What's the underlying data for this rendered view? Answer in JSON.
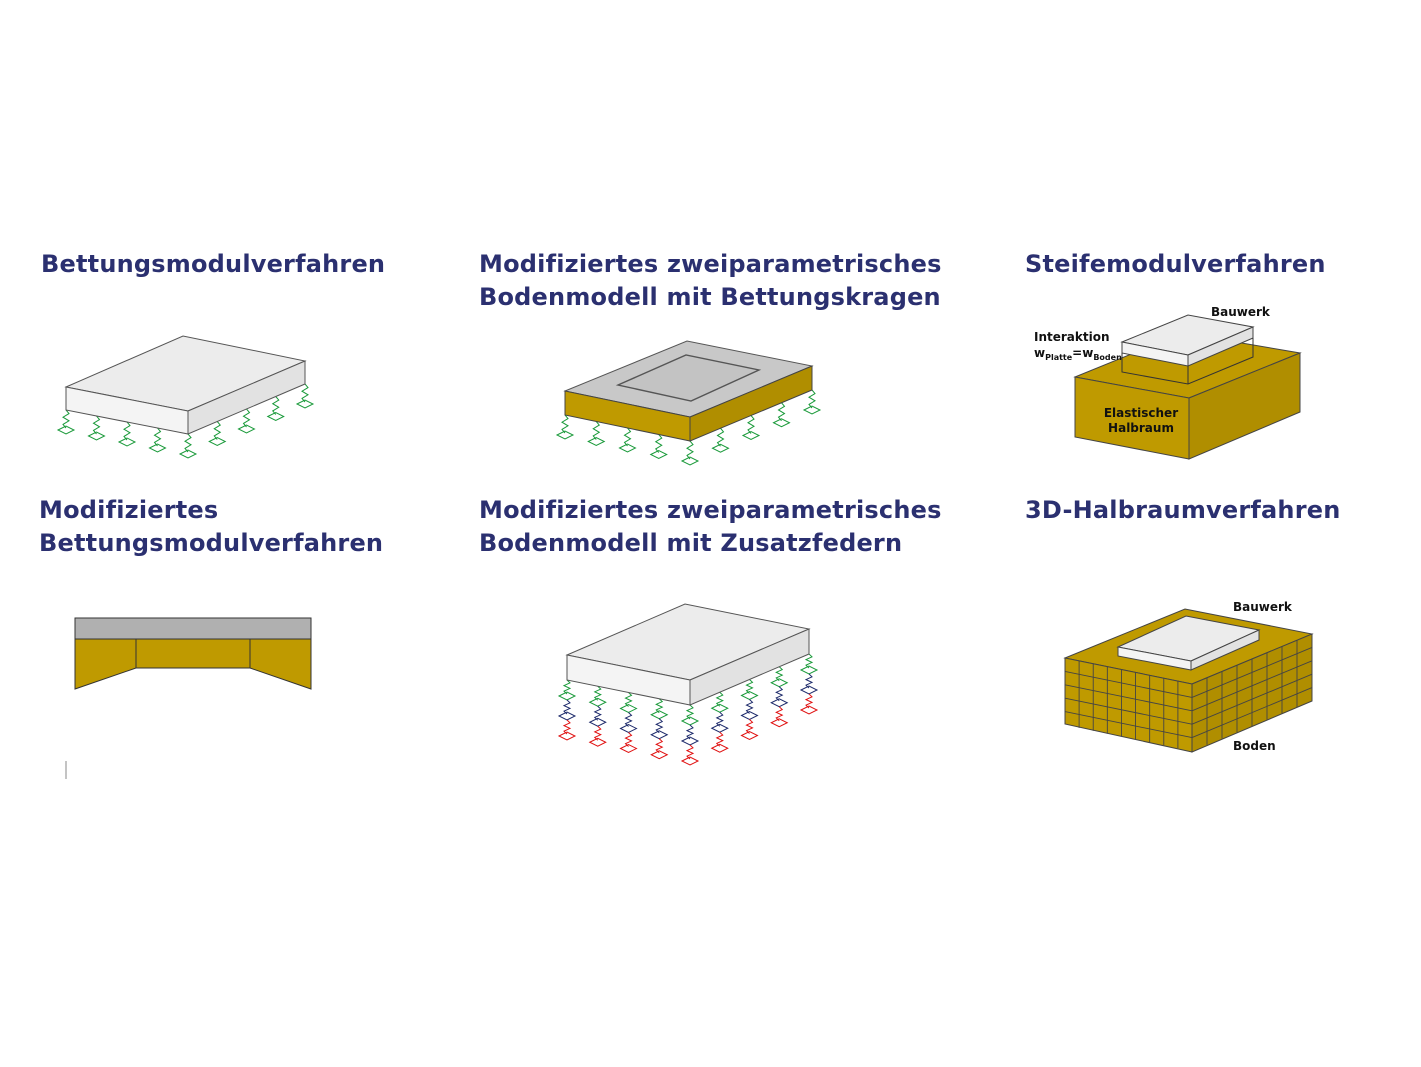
{
  "panels": [
    {
      "title_lines": [
        "Bettungsmodulverfahren"
      ]
    },
    {
      "title_lines": [
        "Modifiziertes zweiparametrisches",
        "Bodenmodell mit Bettungskragen"
      ]
    },
    {
      "title_lines": [
        "Steifemodulverfahren"
      ]
    },
    {
      "title_lines": [
        "Modifiziertes",
        "Bettungsmodulverfahren"
      ]
    },
    {
      "title_lines": [
        "Modifiziertes zweiparametrisches",
        "Bodenmodell mit Zusatzfedern"
      ]
    },
    {
      "title_lines": [
        "3D-Halbraumverfahren"
      ]
    }
  ],
  "labels": {
    "steife_bauwerk": "Bauwerk",
    "interaktion": "Interaktion",
    "w1": "w",
    "w1_sub": "Platte",
    "equals": "=",
    "w2": "w",
    "w2_sub": "Boden",
    "elastischer": "Elastischer",
    "halbraum": "Halbraum",
    "halbraum_bauwerk": "Bauwerk",
    "boden": "Boden"
  },
  "colors": {
    "title": "#2b3070",
    "soil": "#bf9a00",
    "slab_light": "#ececec",
    "slab_gray": "#c8c8c8",
    "spring_green": "#1a9a3a",
    "spring_navy": "#1d2a6b",
    "spring_red": "#e01010"
  }
}
